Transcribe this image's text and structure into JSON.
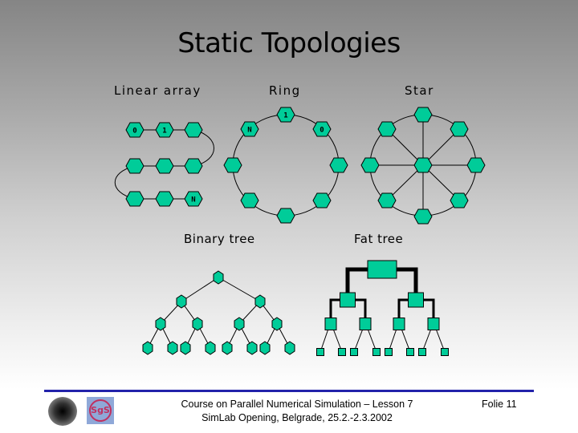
{
  "title": "Static Topologies",
  "labels": {
    "linear": "Linear array",
    "ring": "Ring",
    "star": "Star",
    "binary": "Binary tree",
    "fat": "Fat tree"
  },
  "node_labels": {
    "first": "0",
    "second": "1",
    "last": "N"
  },
  "colors": {
    "node": "#00cc99",
    "rule": "#2222aa"
  },
  "footer": {
    "line1": "Course on Parallel Numerical Simulation – Lesson 7",
    "line2": "SimLab Opening, Belgrade, 25.2.-2.3.2002",
    "slide": "Folie 11"
  }
}
